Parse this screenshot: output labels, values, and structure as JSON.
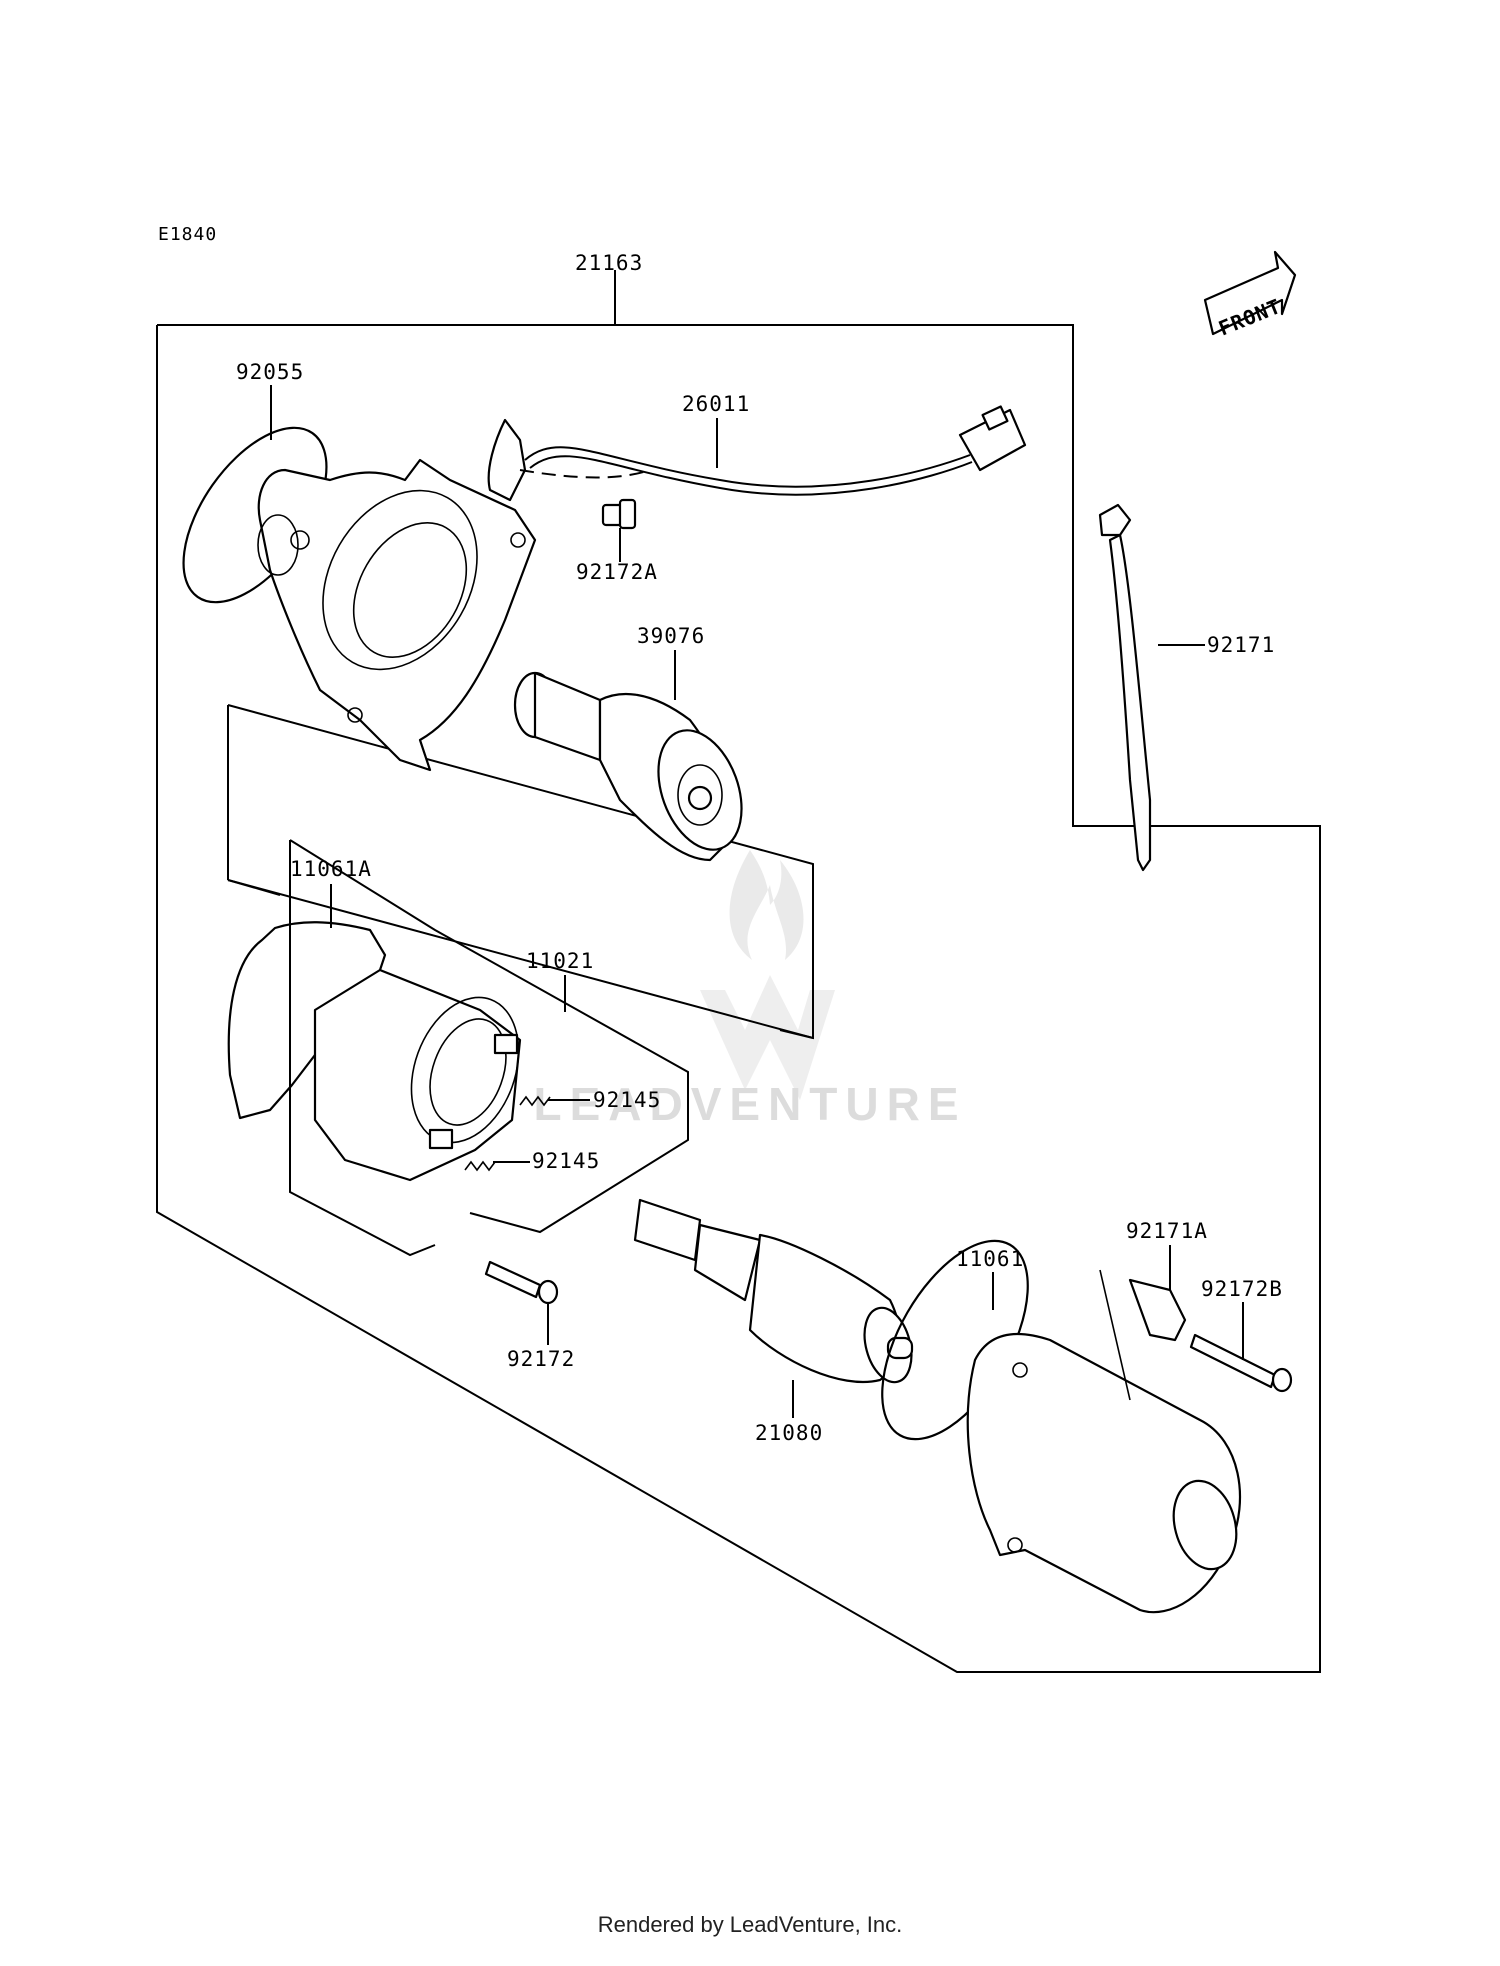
{
  "diagram_id": "E1840",
  "front_marker": "FRONT",
  "watermark": "LEADVENTURE",
  "parts": {
    "p21163": "21163",
    "p92055": "92055",
    "p26011": "26011",
    "p92172A": "92172A",
    "p39076": "39076",
    "p92171": "92171",
    "p11061A": "11061A",
    "p11021": "11021",
    "p92145a": "92145",
    "p92145b": "92145",
    "p92172": "92172",
    "p21080": "21080",
    "p11061": "11061",
    "p92171A": "92171A",
    "p92172B": "92172B"
  },
  "footer": "Rendered by LeadVenture, Inc."
}
